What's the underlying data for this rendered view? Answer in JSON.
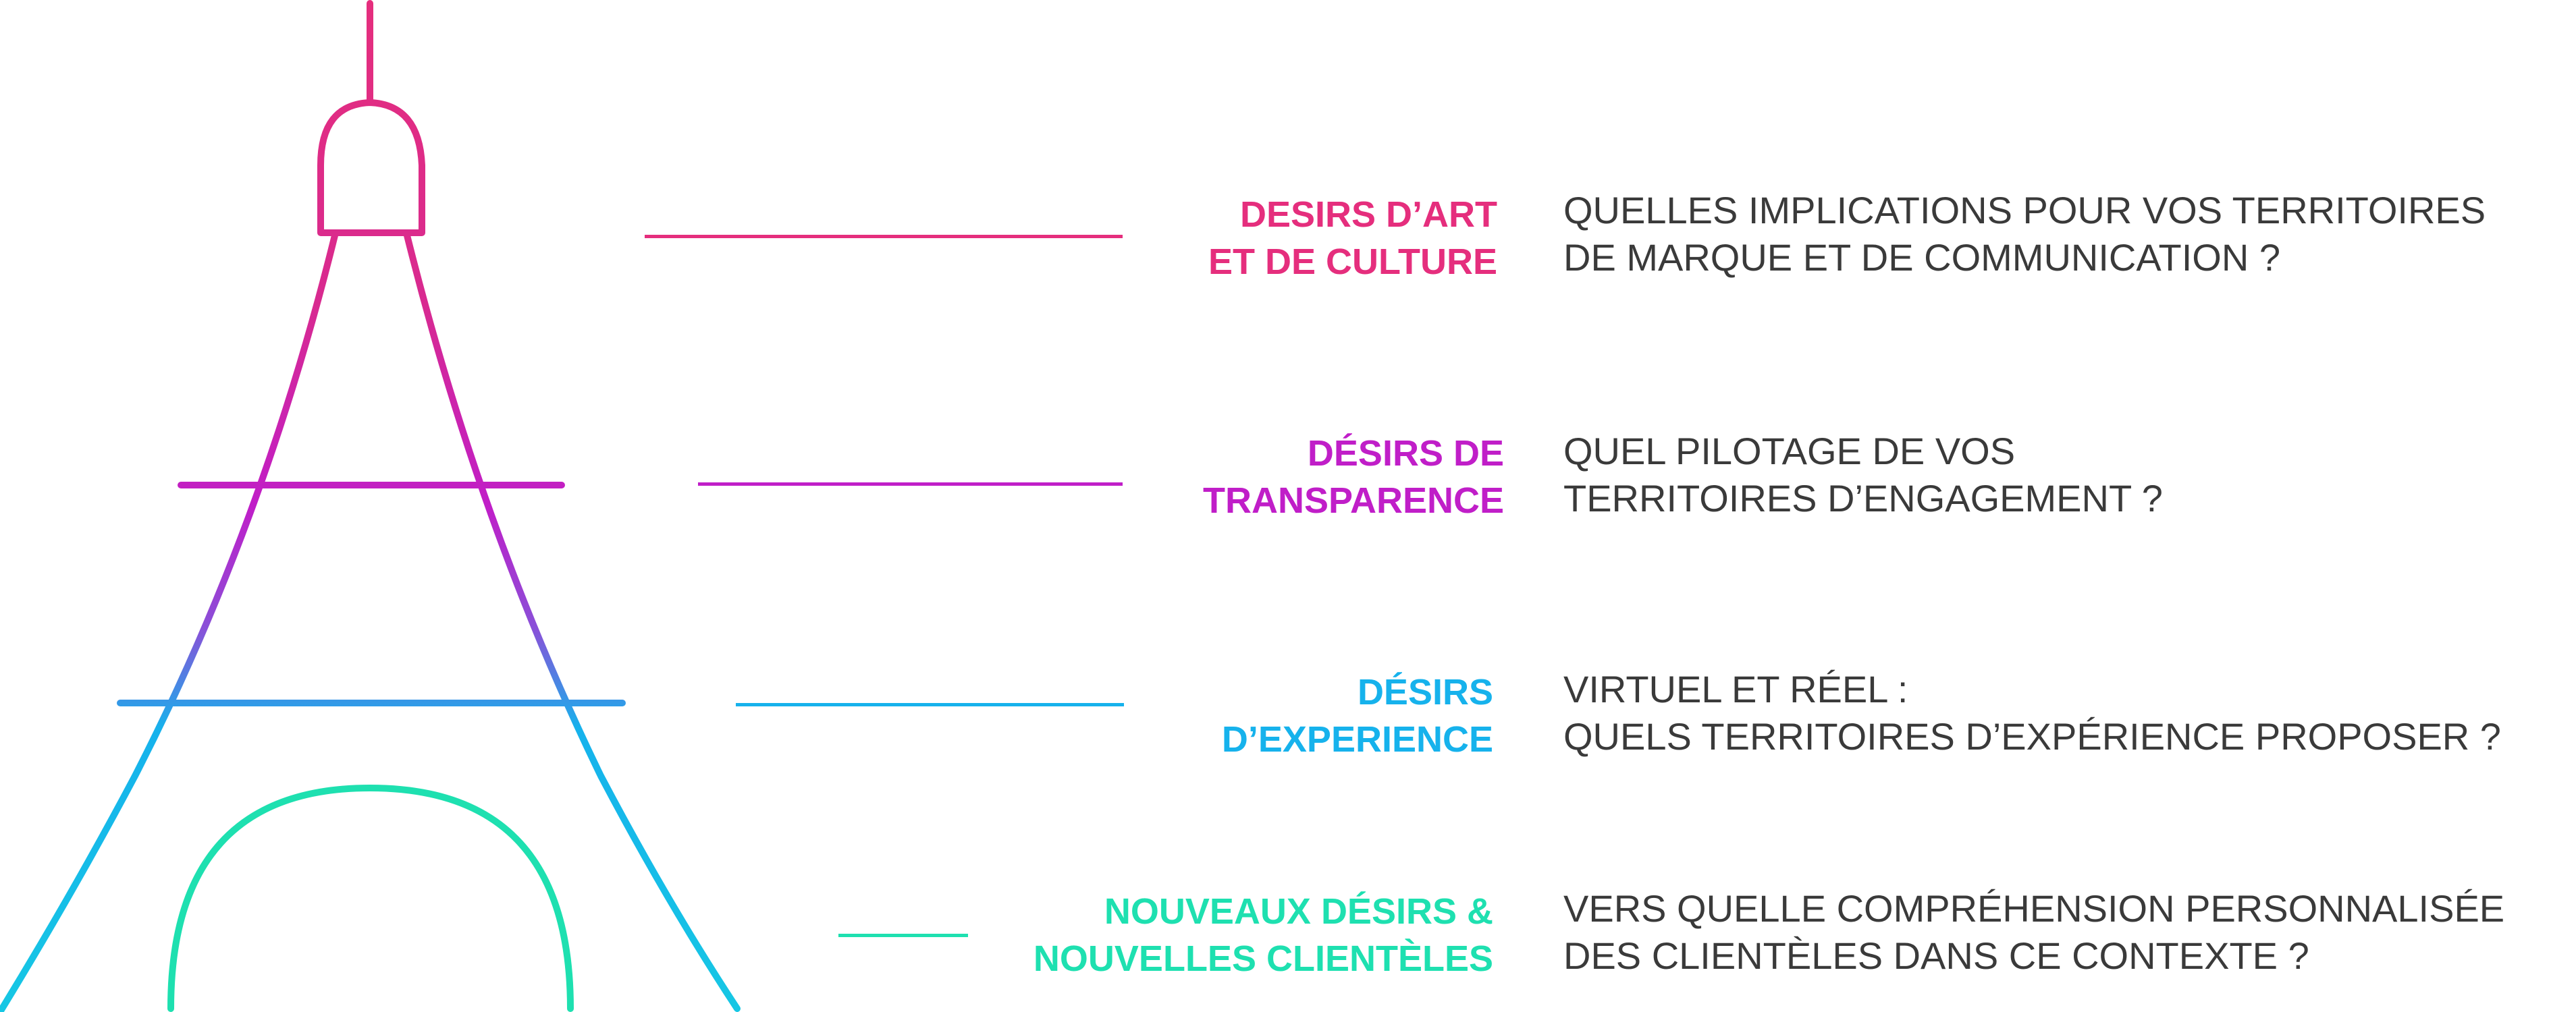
{
  "colors": {
    "art": "#e52e7d",
    "transparency": "#c01ec8",
    "experience": "#16b2ec",
    "newclients": "#1ee0b0",
    "question_text": "#3a3a3a"
  },
  "icons": {
    "tower": "eiffel-tower-icon"
  },
  "tiers": [
    {
      "label_lines": [
        "DESIRS D’ART",
        "ET DE CULTURE"
      ],
      "question_lines": [
        "QUELLES IMPLICATIONS POUR VOS TERRITOIRES",
        "DE MARQUE ET DE COMMUNICATION ?"
      ]
    },
    {
      "label_lines": [
        "DÉSIRS DE",
        "TRANSPARENCE"
      ],
      "question_lines": [
        "QUEL PILOTAGE DE VOS",
        "TERRITOIRES D’ENGAGEMENT ?"
      ]
    },
    {
      "label_lines": [
        "DÉSIRS",
        "D’EXPERIENCE"
      ],
      "question_lines": [
        "VIRTUEL ET RÉEL :",
        "QUELS TERRITOIRES D’EXPÉRIENCE PROPOSER ?"
      ]
    },
    {
      "label_lines": [
        "NOUVEAUX DÉSIRS &",
        "NOUVELLES CLIENTÈLES"
      ],
      "question_lines": [
        "VERS QUELLE COMPRÉHENSION PERSONNALISÉE",
        "DES CLIENTÈLES DANS CE CONTEXTE ?"
      ]
    }
  ]
}
